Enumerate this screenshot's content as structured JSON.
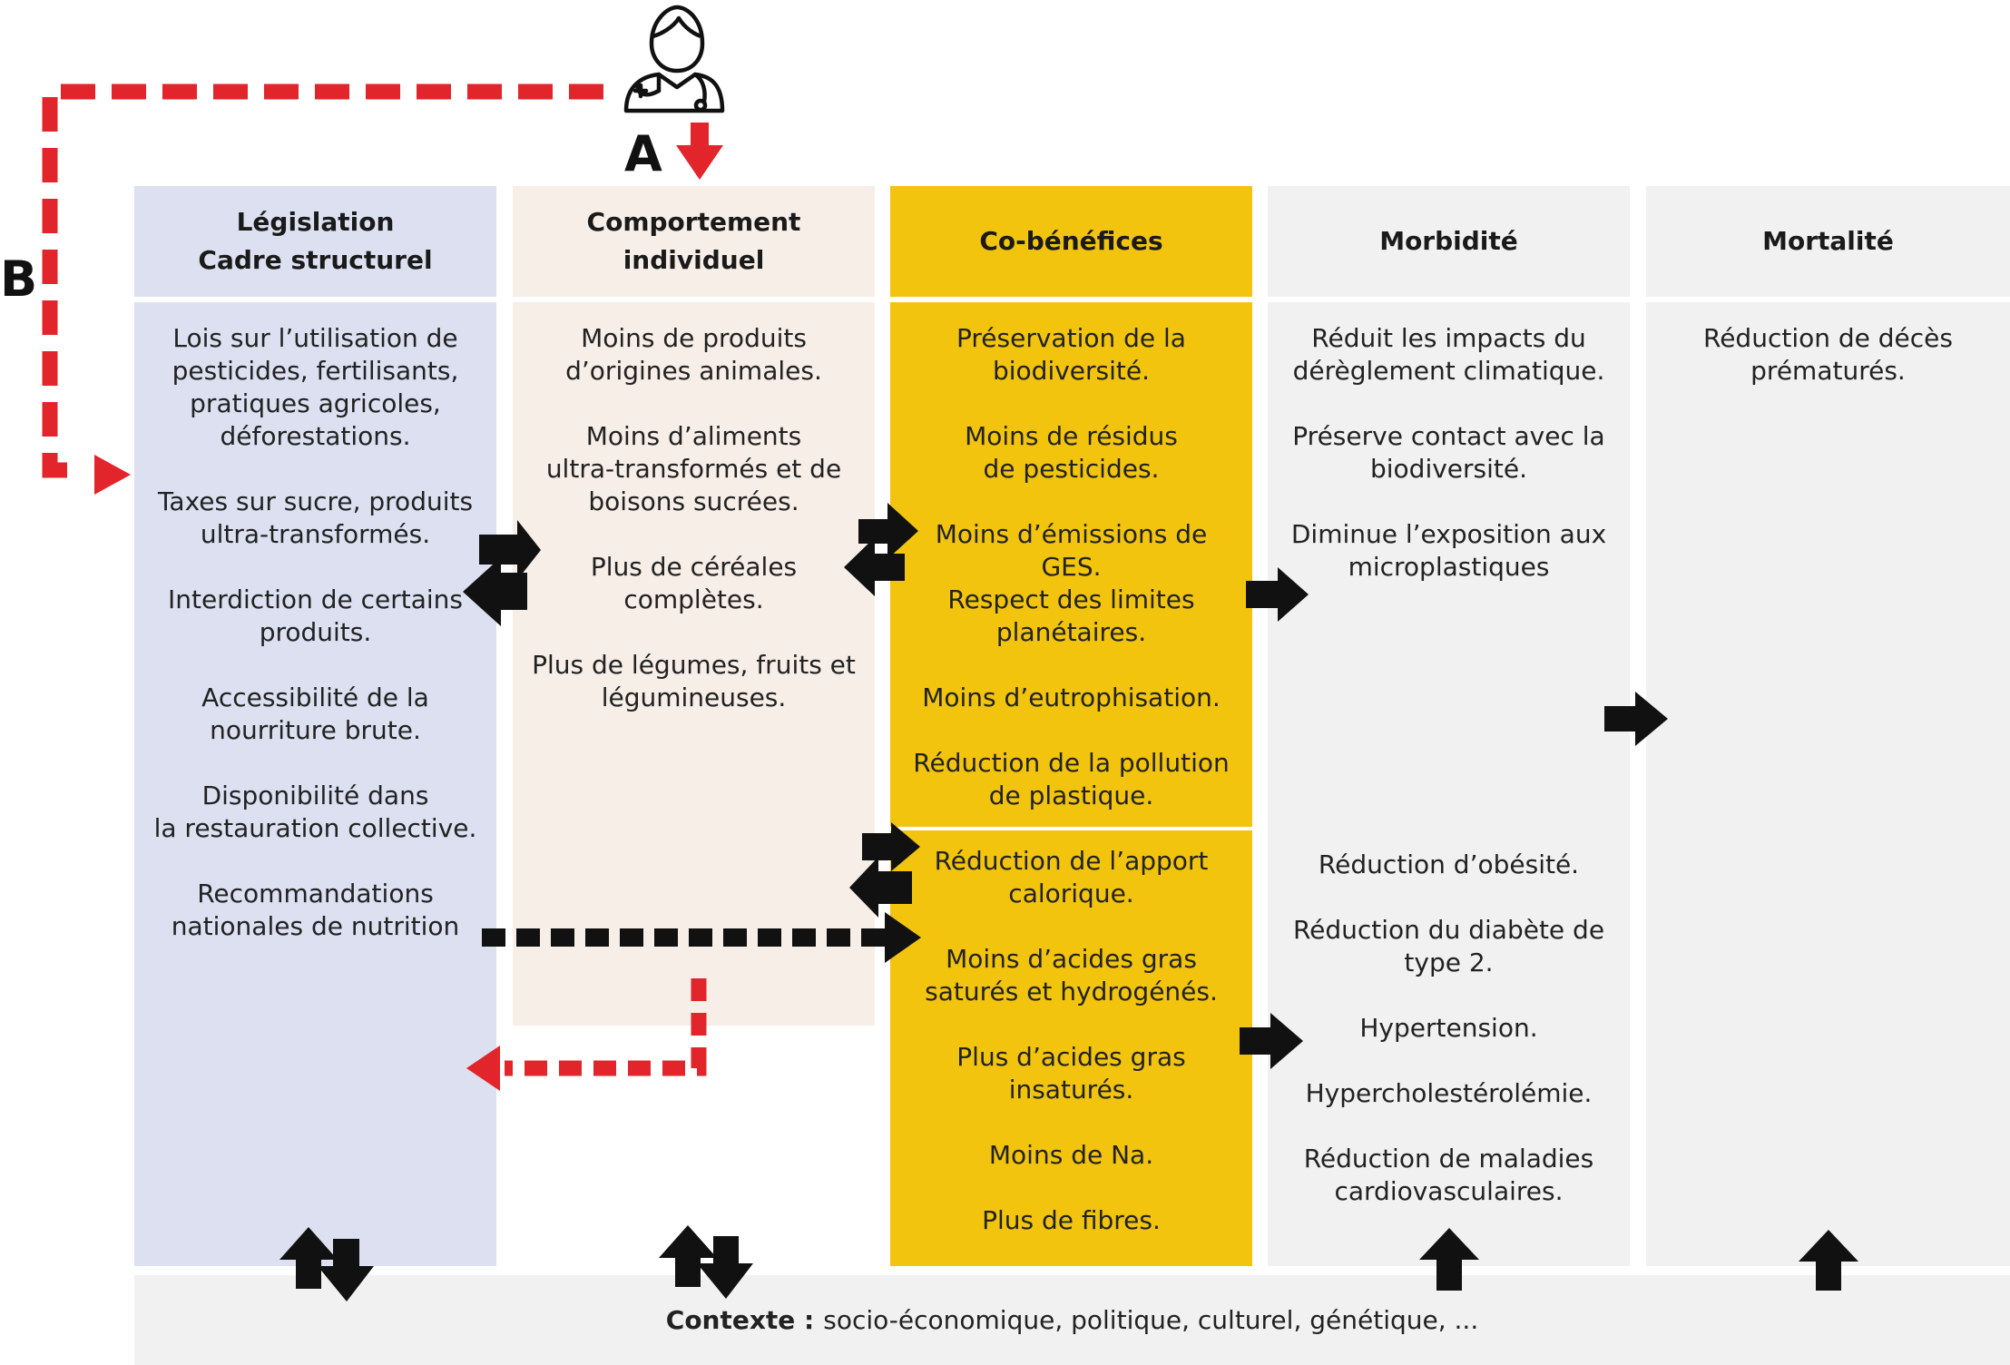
{
  "colors": {
    "legislation_bg": "#dce0f1",
    "behaviour_bg": "#f6eee7",
    "cobenefits_bg": "#f2c40e",
    "morbidity_bg": "#f1f1f1",
    "mortality_bg": "#f1f1f1",
    "context_bg": "#f1f1f1",
    "red_arrow": "#e1252b",
    "black_arrow": "#111111"
  },
  "labels": {
    "a": "A",
    "b": "B"
  },
  "icons": {
    "actor": "doctor-with-stethoscope-icon"
  },
  "columns": {
    "legislation": {
      "title_lines": [
        "Législation",
        "Cadre structurel"
      ],
      "items": [
        [
          "Lois sur l’utilisation de",
          "pesticides, fertilisants,",
          "pratiques agricoles,",
          "déforestations."
        ],
        [
          "Taxes sur sucre, produits",
          "ultra-transformés."
        ],
        [
          "Interdiction de certains",
          "produits."
        ],
        [
          "Accessibilité de la",
          "nourriture brute."
        ],
        [
          "Disponibilité dans",
          "la restauration collective."
        ],
        [
          "Recommandations",
          "nationales de nutrition"
        ]
      ]
    },
    "behaviour": {
      "title": "Comportement individuel",
      "items": [
        [
          "Moins de produits",
          "d’origines animales."
        ],
        [
          "Moins d’aliments",
          "ultra-transformés et de",
          "boisons sucrées."
        ],
        [
          "Plus de céréales",
          "complètes."
        ],
        [
          "Plus de légumes, fruits et",
          "légumineuses."
        ]
      ]
    },
    "cobenefits": {
      "title": "Co-bénéfices",
      "environment_items": [
        [
          "Préservation de la",
          "biodiversité."
        ],
        [
          "Moins de résidus",
          "de pesticides."
        ],
        [
          "Moins d’émissions de",
          "GES.",
          "Respect des limites",
          "planétaires."
        ],
        [
          "Moins d’eutrophisation."
        ],
        [
          "Réduction de la pollution",
          "de plastique."
        ]
      ],
      "health_items": [
        [
          "Réduction de l’apport",
          "calorique."
        ],
        [
          "Moins d’acides gras",
          "saturés et hydrogénés."
        ],
        [
          "Plus d’acides gras",
          "insaturés."
        ],
        [
          "Moins de Na."
        ],
        [
          "Plus de fibres."
        ]
      ]
    },
    "morbidity": {
      "title": "Morbidité",
      "environment_items": [
        [
          "Réduit les impacts du",
          "dérèglement climatique."
        ],
        [
          "Préserve contact avec la",
          "biodiversité."
        ],
        [
          "Diminue l’exposition aux",
          "microplastiques"
        ]
      ],
      "health_items": [
        [
          "Réduction d’obésité."
        ],
        [
          "Réduction du diabète de",
          "type 2."
        ],
        [
          "Hypertension."
        ],
        [
          "Hypercholestérolémie."
        ],
        [
          "Réduction de maladies",
          "cardiovasculaires."
        ]
      ]
    },
    "mortality": {
      "title": "Mortalité",
      "items": [
        [
          "Réduction de  décès",
          "prématurés."
        ]
      ]
    }
  },
  "context": {
    "label": "Contexte :",
    "text": "socio-économique, politique, culturel, génétique, ..."
  }
}
